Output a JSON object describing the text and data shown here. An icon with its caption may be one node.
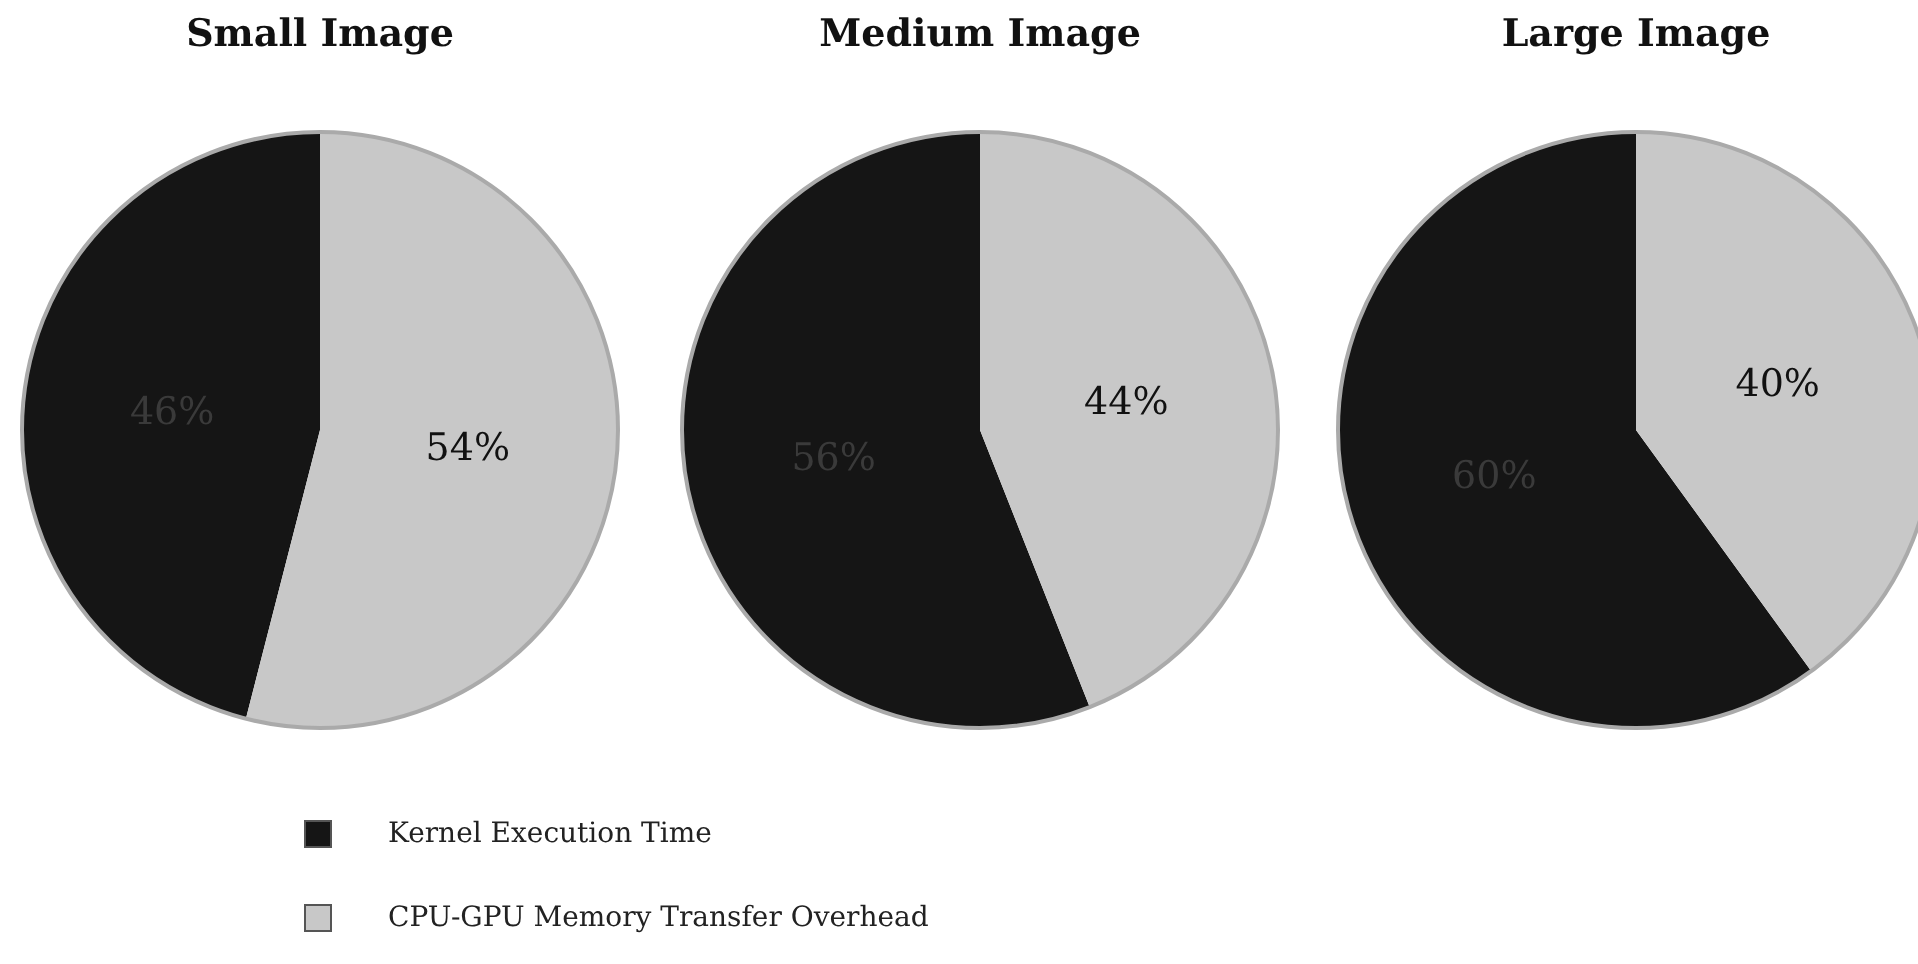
{
  "diagram": {
    "chart_data": [
      {
        "type": "pie",
        "title": "Small Image",
        "values": [
          46,
          54
        ],
        "value_labels": [
          "46%",
          "54%"
        ]
      },
      {
        "type": "pie",
        "title": "Medium Image",
        "values": [
          56,
          44
        ],
        "value_labels": [
          "56%",
          "44%"
        ]
      },
      {
        "type": "pie",
        "title": "Large Image",
        "values": [
          60,
          40
        ],
        "value_labels": [
          "60%",
          "40%"
        ]
      }
    ],
    "legend": [
      {
        "text": "Kernel Execution Time",
        "color": "#151515"
      },
      {
        "text": "CPU-GPU Memory Transfer Overhead",
        "color": "#c8c8c8"
      }
    ]
  }
}
